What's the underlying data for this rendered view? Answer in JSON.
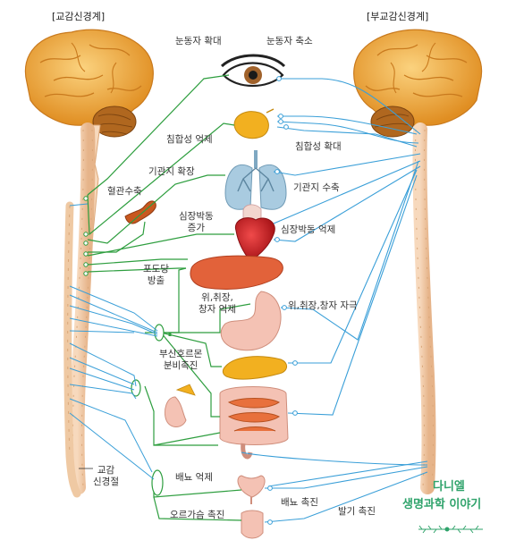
{
  "headers": {
    "sympathetic": "[교감신경계]",
    "parasympathetic": "[부교감신경계]"
  },
  "labels": {
    "pupil_dilate": "눈동자 확대",
    "pupil_constrict": "눈동자 축소",
    "saliva_inhibit": "침합성 억제",
    "saliva_increase": "침합성 확대",
    "bronchi_dilate": "기관지 확장",
    "bronchi_constrict": "기관지 수축",
    "vasoconstriction": "혈관수축",
    "heart_increase": "심장박동\n증가",
    "heart_inhibit": "심장박동 억제",
    "glucose_release": "포도당\n방출",
    "digestion_inhibit": "위,취장,\n창자 억제",
    "digestion_stimulate": "위,취장,창자 자극",
    "adrenal": "부신호르몬\n분비촉진",
    "sympathetic_ganglia": "교감\n신경절",
    "urination_inhibit": "배뇨 억제",
    "urination_promote": "배뇨 촉진",
    "orgasm_promote": "오르가슴 촉진",
    "erection_promote": "발기 촉진"
  },
  "watermark": {
    "line1": "다니엘",
    "line2": "생명과학 이야기"
  },
  "colors": {
    "sympathetic": "#2e9e3f",
    "parasympathetic": "#3a9fd8",
    "brain": "#f0a93a",
    "cerebellum": "#b0671f",
    "spine": "#f3c8a0",
    "heart": "#d8232a",
    "liver": "#e2623a",
    "stomach": "#f4c2b4",
    "pancreas": "#f2b020",
    "intestine": "#e8703c",
    "lung": "#9fc2d8"
  }
}
